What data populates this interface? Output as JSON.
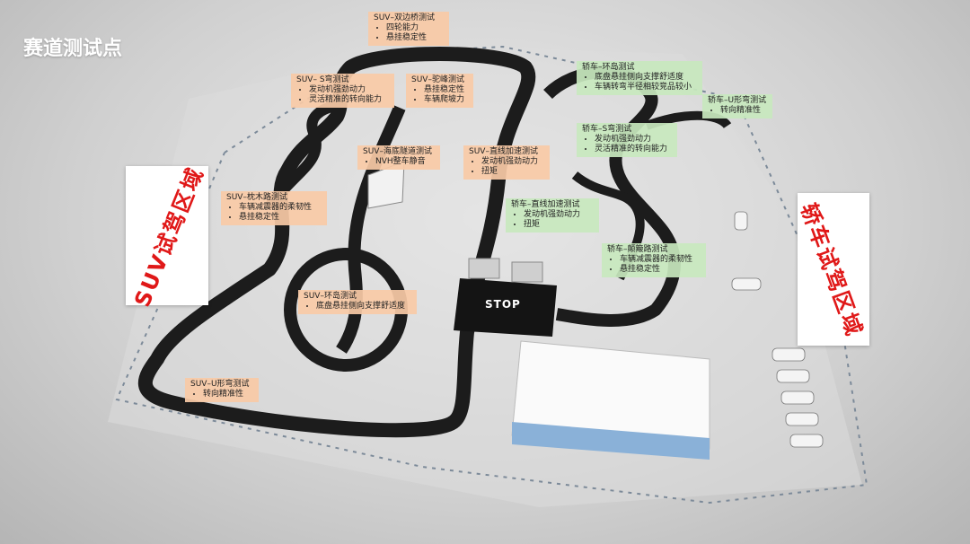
{
  "page_title": "赛道测试点",
  "stop_label": "STOP",
  "zones": {
    "suv": "SUV试驾区域",
    "sedan": "轿车试驾区域"
  },
  "notes": {
    "suv_bridge": {
      "title": "SUV–双边桥测试",
      "items": [
        "四轮能力",
        "悬挂稳定性"
      ]
    },
    "suv_s_curve": {
      "title": "SUV– S弯测试",
      "items": [
        "发动机强劲动力",
        "灵活精准的转向能力"
      ]
    },
    "suv_camel": {
      "title": "SUV–驼峰测试",
      "items": [
        "悬挂稳定性",
        "车辆爬坡力"
      ]
    },
    "suv_tunnel": {
      "title": "SUV–海底隧道测试",
      "items": [
        "NVH整车静音"
      ]
    },
    "suv_straight": {
      "title": "SUV–直线加速测试",
      "items": [
        "发动机强劲动力",
        "扭矩"
      ]
    },
    "suv_sleeper": {
      "title": "SUV–枕木路测试",
      "items": [
        "车辆减震器的柔韧性",
        "悬挂稳定性"
      ]
    },
    "suv_roundabout": {
      "title": "SUV–环岛测试",
      "items": [
        "底盘悬挂侧向支撑舒适度"
      ]
    },
    "suv_u_curve": {
      "title": "SUV–U形弯测试",
      "items": [
        "转向精准性"
      ]
    },
    "sedan_roundabout": {
      "title": "轿车–环岛测试",
      "items": [
        "底盘悬挂侧向支撑舒适度",
        "车辆转弯半径相较竞品较小"
      ]
    },
    "sedan_u_curve": {
      "title": "轿车–U形弯测试",
      "items": [
        "转向精准性"
      ]
    },
    "sedan_s_curve": {
      "title": "轿车–S弯测试",
      "items": [
        "发动机强劲动力",
        "灵活精准的转向能力"
      ]
    },
    "sedan_straight": {
      "title": "轿车–直线加速测试",
      "items": [
        "发动机强劲动力",
        "扭矩"
      ]
    },
    "sedan_bumpy": {
      "title": "轿车–颠簸路测试",
      "items": [
        "车辆减震器的柔韧性",
        "悬挂稳定性"
      ]
    }
  }
}
